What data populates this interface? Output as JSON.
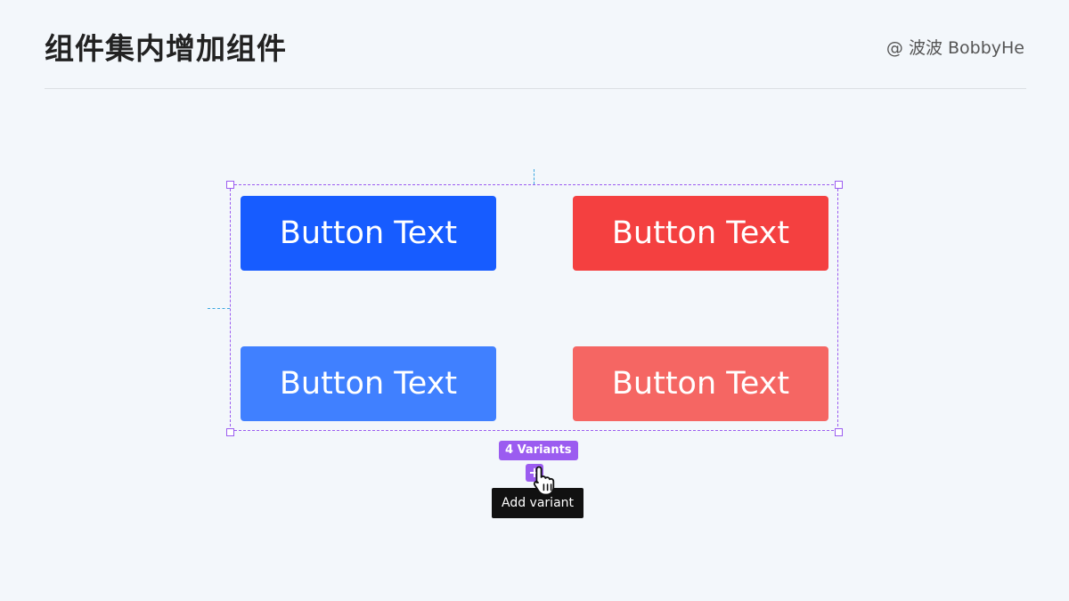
{
  "header": {
    "title": "组件集内增加组件",
    "author": "@ 波波 BobbyHe"
  },
  "component_set": {
    "variant_count_label": "4 Variants",
    "add_button_label": "+",
    "tooltip": "Add variant",
    "variants": [
      {
        "label": "Button Text",
        "color": "#175cff"
      },
      {
        "label": "Button Text",
        "color": "#f44040"
      },
      {
        "label": "Button Text",
        "color": "#4080ff"
      },
      {
        "label": "Button Text",
        "color": "#f56663"
      }
    ]
  },
  "colors": {
    "selection": "#9b5cf0",
    "guide": "#3ba7e0",
    "background": "#f3f7fb"
  },
  "icons": {
    "cursor": "hand-pointer-icon"
  }
}
